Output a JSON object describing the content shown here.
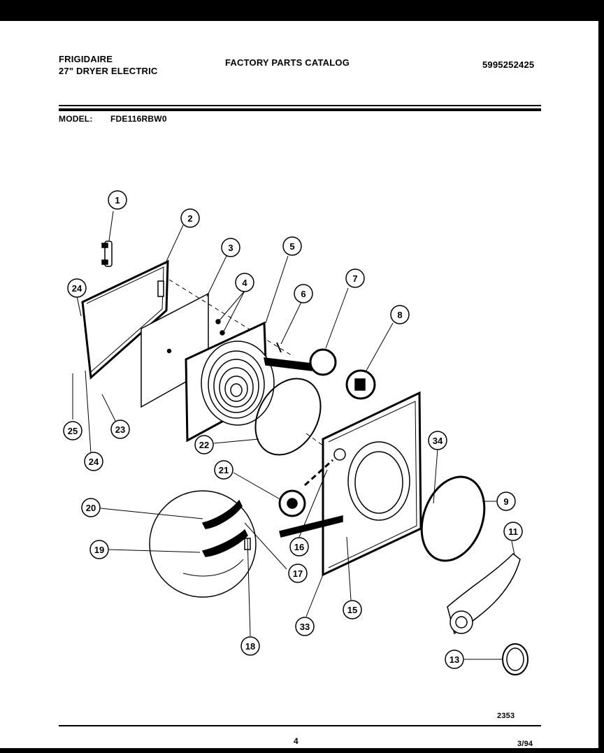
{
  "header": {
    "brand": "FRIGIDAIRE",
    "product": "27\" DRYER ELECTRIC",
    "catalog_title": "FACTORY PARTS CATALOG",
    "catalog_number": "5995252425",
    "model_label": "MODEL:",
    "model_value": "FDE116RBW0"
  },
  "callouts": [
    "1",
    "2",
    "3",
    "4",
    "5",
    "6",
    "7",
    "8",
    "24",
    "25",
    "23",
    "24",
    "22",
    "21",
    "20",
    "19",
    "16",
    "17",
    "18",
    "33",
    "15",
    "34",
    "9",
    "11",
    "13"
  ],
  "footer": {
    "drawing_number": "2353",
    "page_number": "4",
    "date": "3/94"
  }
}
